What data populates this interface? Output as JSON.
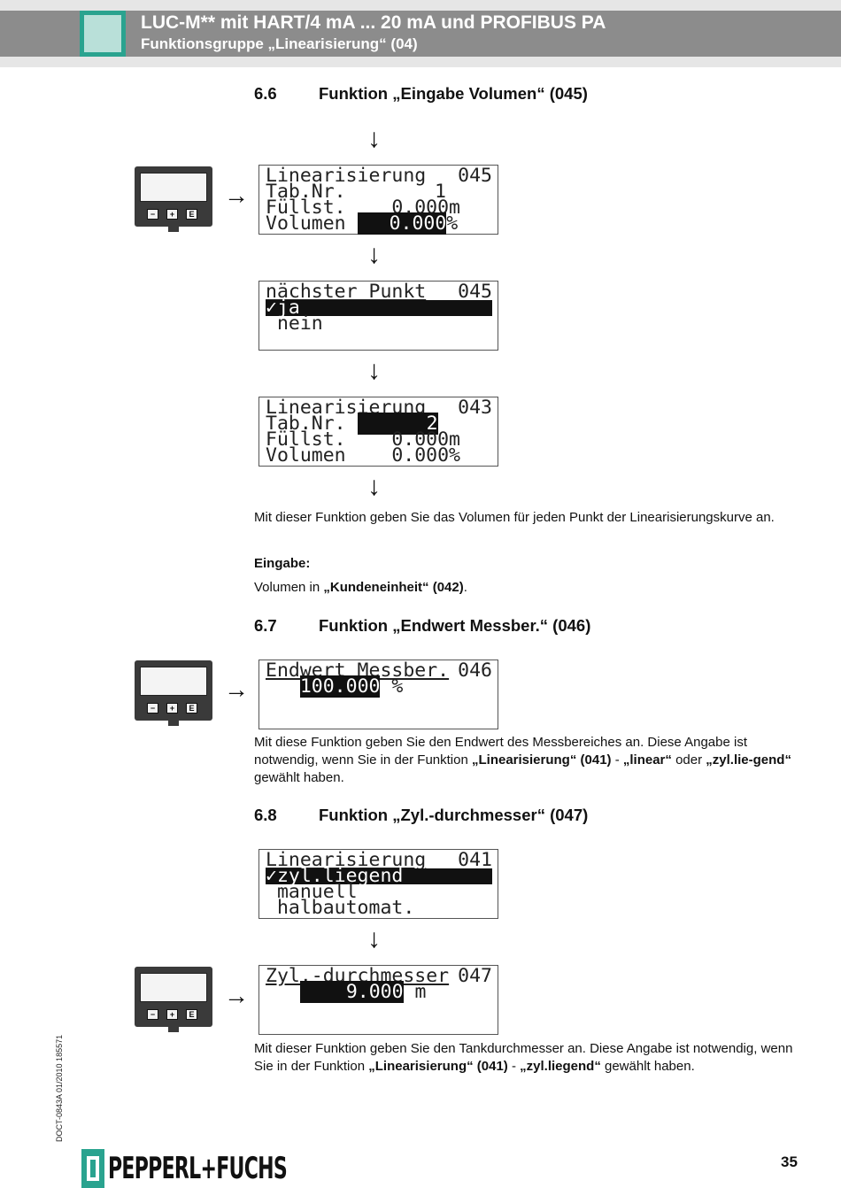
{
  "header": {
    "title": "LUC-M** mit HART/4 mA ... 20 mA und PROFIBUS PA",
    "subtitle": "Funktionsgruppe „Linearisierung“ (04)"
  },
  "sections": [
    {
      "number": "6.6",
      "title": "Funktion „Eingabe Volumen“ (045)"
    },
    {
      "number": "6.7",
      "title": "Funktion „Endwert Messber.“ (046)"
    },
    {
      "number": "6.8",
      "title": "Funktion „Zyl.-durchmesser“ (047)"
    }
  ],
  "screens": {
    "s1": {
      "r1a": "Linearisierung",
      "r1b": "045",
      "r2a": "Tab.Nr.",
      "r2b": "1",
      "r3a": "Füllst.",
      "r3b": "0.000m",
      "r4a": "Volumen ",
      "r4b": "0.000",
      "r4c": "%"
    },
    "s2": {
      "r1a": "nächster Punkt",
      "r1b": "045",
      "r2": "✓ja",
      "r3": " nein"
    },
    "s3": {
      "r1a": "Linearisierung",
      "r1b": "043",
      "r2a": "Tab.Nr. ",
      "r2b": "2",
      "r3a": "Füllst.",
      "r3b": "0.000m",
      "r4a": "Volumen",
      "r4b": "0.000%"
    },
    "s4": {
      "r1a": "Endwert Messber.",
      "r1b": "046",
      "r2a": "   ",
      "r2b": "100.000",
      "r2c": " %"
    },
    "s5": {
      "r1a": "Linearisierung",
      "r1b": "041",
      "r2": "✓zyl.liegend",
      "r3": " manuell",
      "r4": " halbautomat."
    },
    "s6": {
      "r1a": "Zyl.-durchmesser",
      "r1b": "047",
      "r2a": "   ",
      "r2b": "9.000",
      "r2c": " m"
    }
  },
  "device": {
    "btn_minus": "−",
    "btn_plus": "+",
    "btn_e": "E"
  },
  "arrows": {
    "down": "↓",
    "right": "→"
  },
  "texts": {
    "p1": "Mit dieser Funktion geben Sie das Volumen für jeden Punkt der Linearisierungskurve an.",
    "eingabe_label": "Eingabe:",
    "p2_pre": "Volumen in ",
    "p2_bold": "„Kundeneinheit“ (042)",
    "p2_post": ".",
    "p3_pre": "Mit diese Funktion geben Sie den Endwert des Messbereiches an. Diese Angabe ist notwendig, wenn Sie in der Funktion ",
    "p3_b1": "„Linearisierung“ (041)",
    "p3_mid1": " - ",
    "p3_b2": "„linear“",
    "p3_mid2": " oder ",
    "p3_b3": "„zyl.lie-gend“",
    "p3_post": " gewählt haben.",
    "p4_pre": "Mit dieser Funktion geben Sie den Tankdurchmesser an. Diese Angabe ist notwendig, wenn Sie in der Funktion ",
    "p4_b1": "„Linearisierung“ (041)",
    "p4_mid": " - ",
    "p4_b2": "„zyl.liegend“",
    "p4_post": " gewählt haben."
  },
  "footer": {
    "doc_code": "DOCT-0843A   01/2010   185571",
    "brand": "PEPPERL+FUCHS",
    "page_number": "35"
  },
  "colors": {
    "accent": "#2aa38f",
    "header_bar": "#8c8c8c"
  }
}
